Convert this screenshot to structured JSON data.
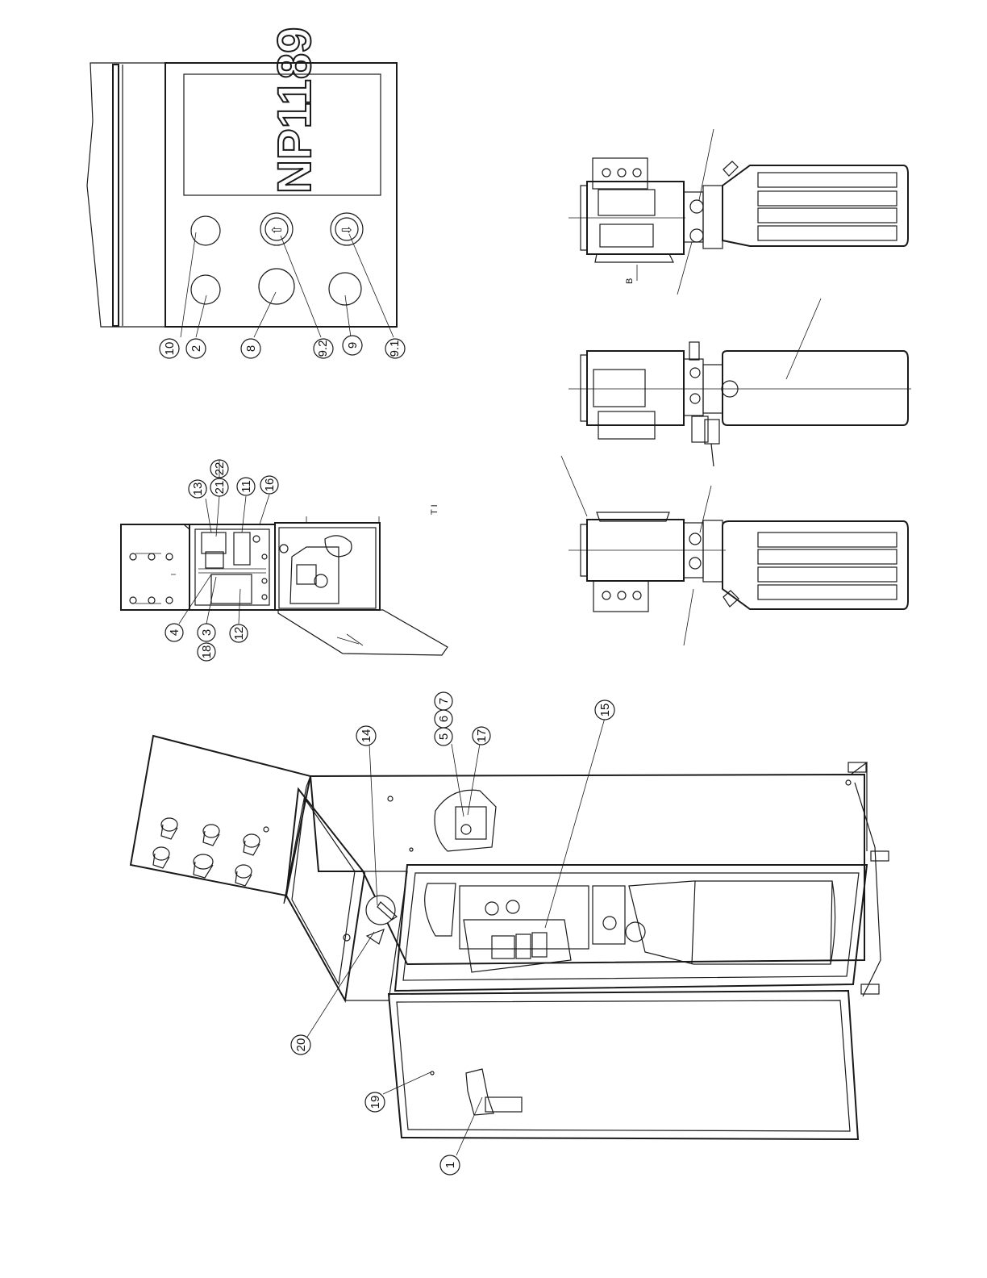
{
  "figure": {
    "panel_label": "NP1189",
    "small_labels": {
      "view_b": "B",
      "section_t": "T I"
    }
  },
  "callouts": {
    "c1": "1",
    "c2": "2",
    "c3": "3",
    "c4": "4",
    "c5": "5",
    "c6": "6",
    "c7": "7",
    "c8": "8",
    "c9": "9",
    "c9_1": "9.1",
    "c9_2": "9.2",
    "c10": "10",
    "c11": "11",
    "c12": "12",
    "c13": "13",
    "c14": "14",
    "c15": "15",
    "c16": "16",
    "c17": "17",
    "c18": "18",
    "c19": "19",
    "c20": "20",
    "c21": "21",
    "c22": "22"
  }
}
